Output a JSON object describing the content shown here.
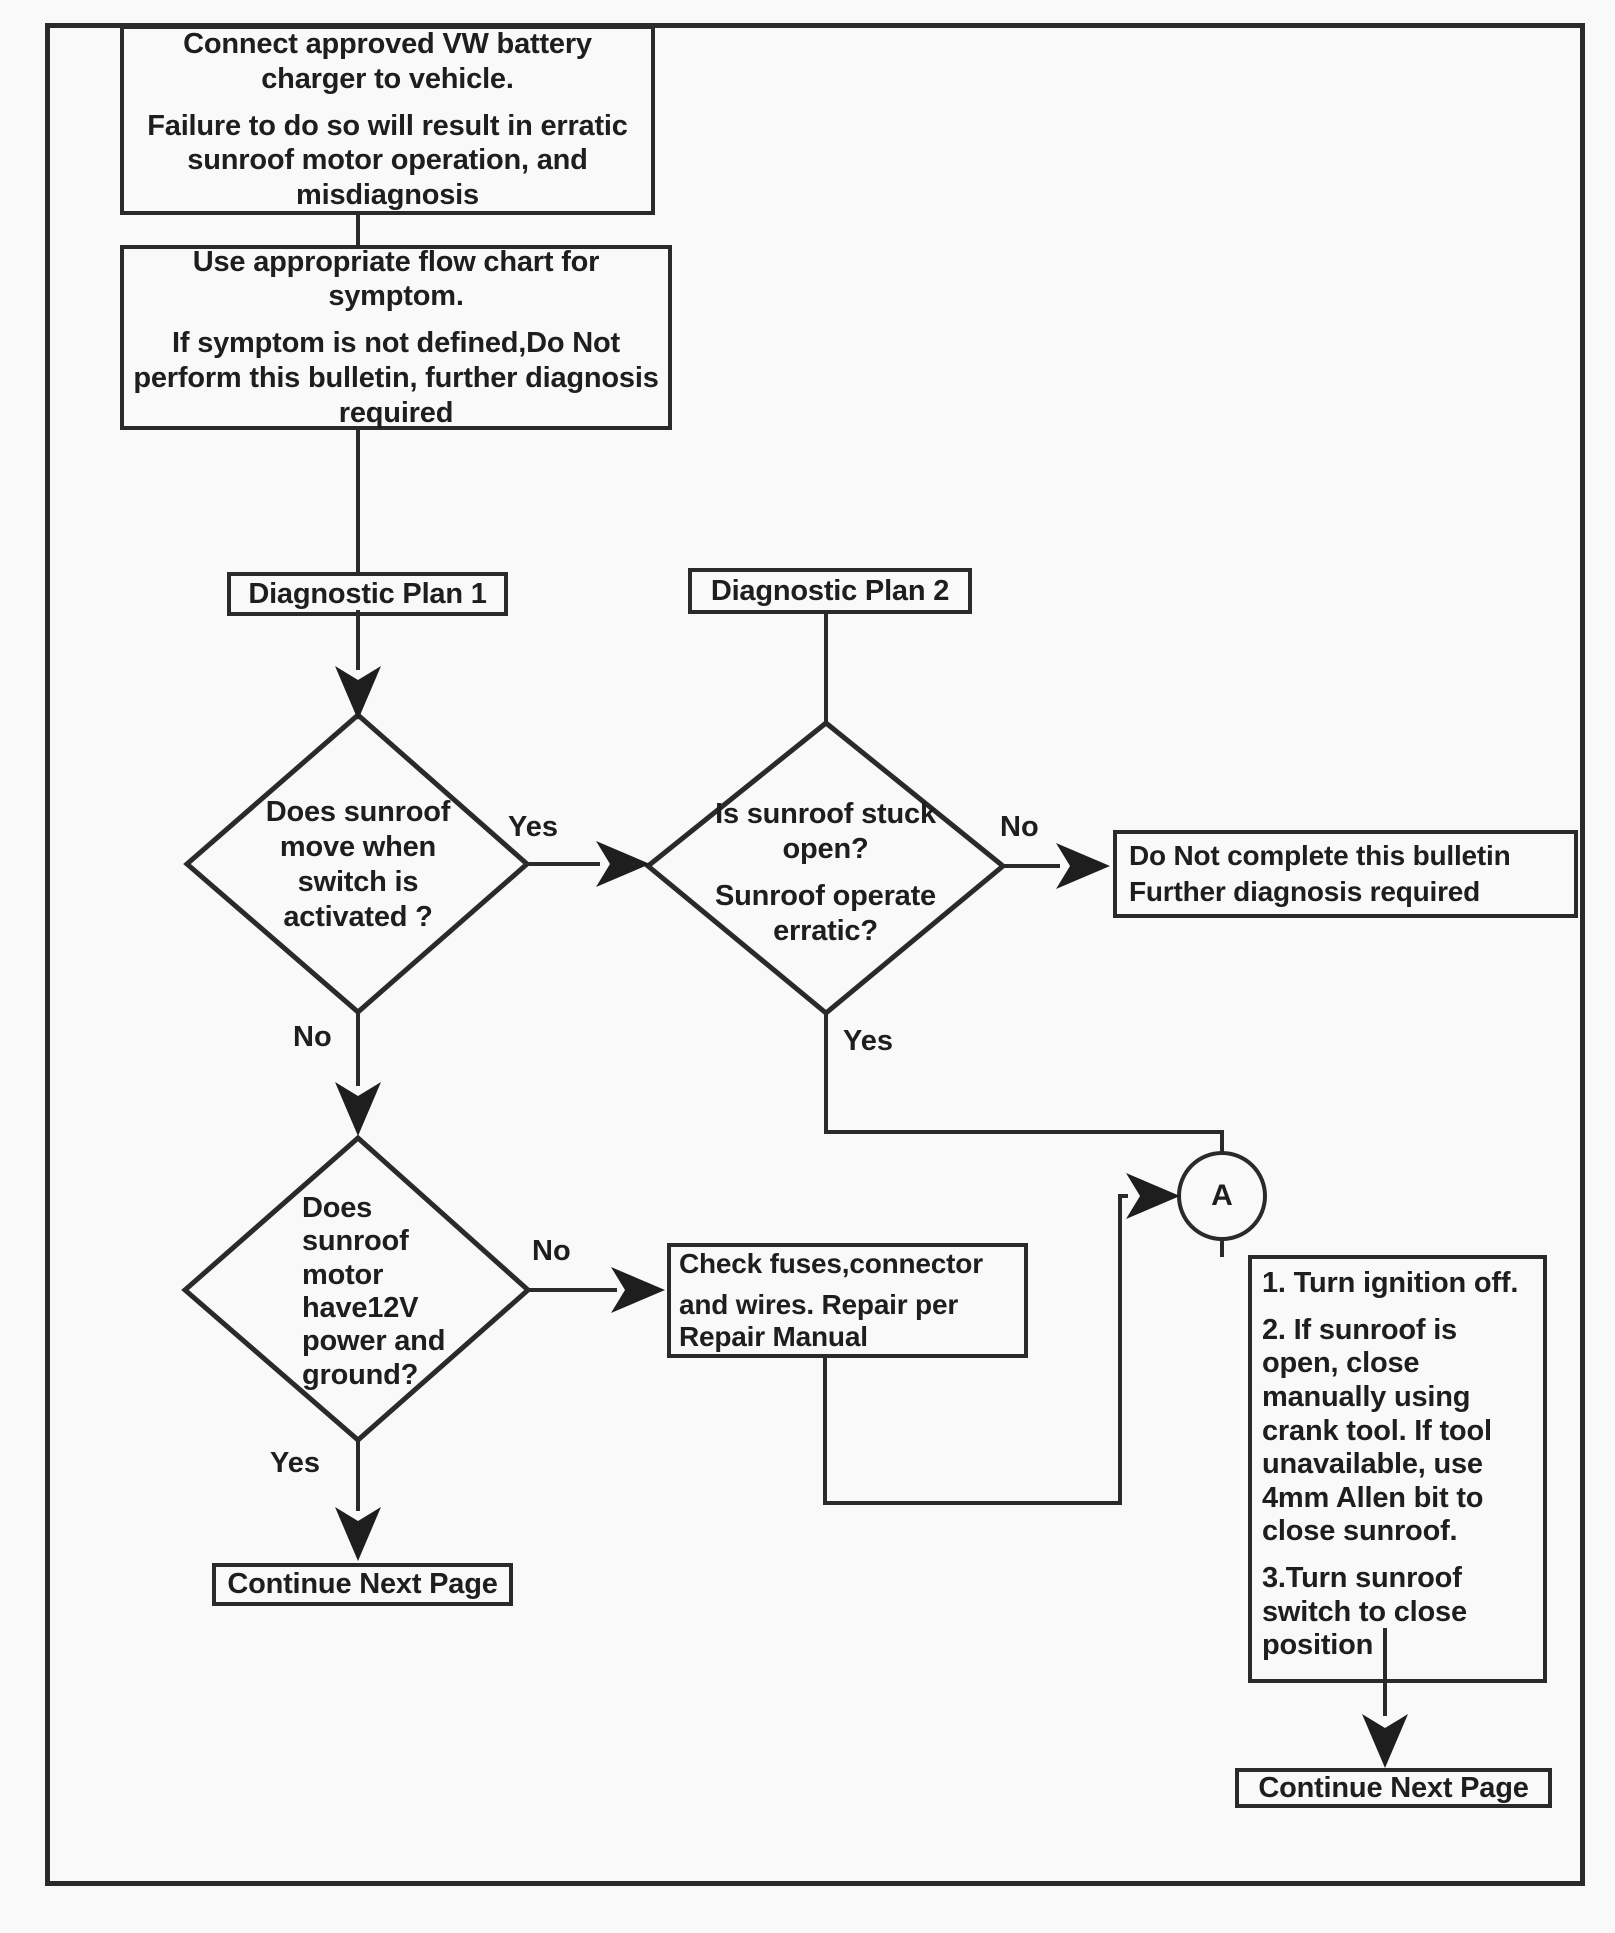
{
  "page": {
    "background": "#f9f9f9",
    "ink_color": "#2a2a2a"
  },
  "flowchart": {
    "start_box": {
      "p1": "Connect approved VW battery charger to vehicle.",
      "p2": "Failure to do so will result in erratic sunroof motor operation, and misdiagnosis"
    },
    "symptom_box": {
      "p1": "Use appropriate flow chart for symptom.",
      "p2": "If symptom is not defined,Do Not perform this bulletin, further diagnosis required"
    },
    "plan1_label": "Diagnostic Plan 1",
    "plan2_label": "Diagnostic Plan 2",
    "decision_switch": {
      "text": "Does sunroof move when switch is activated ?",
      "yes_label": "Yes",
      "no_label": "No"
    },
    "decision_stuck": {
      "p1": "Is sunroof stuck open?",
      "p2": "Sunroof operate erratic?",
      "no_label": "No",
      "yes_label": "Yes"
    },
    "donot_box": {
      "p1": "Do Not complete this bulletin",
      "p2": "Further diagnosis required"
    },
    "decision_power": {
      "text": "Does sunroof motor have12V power and ground?",
      "no_label": "No",
      "yes_label": "Yes"
    },
    "fuses_box": {
      "p1": "Check fuses,connector",
      "p2": "and wires. Repair per Repair Manual"
    },
    "connector_a_label": "A",
    "instructions_box": {
      "p1": "1. Turn ignition off.",
      "p2": "2. If sunroof is open, close manually using crank tool. If tool unavailable, use 4mm Allen bit to close sunroof.",
      "p3": "3.Turn sunroof switch to close position"
    },
    "continue_left_label": "Continue Next Page",
    "continue_right_label": "Continue Next Page"
  }
}
